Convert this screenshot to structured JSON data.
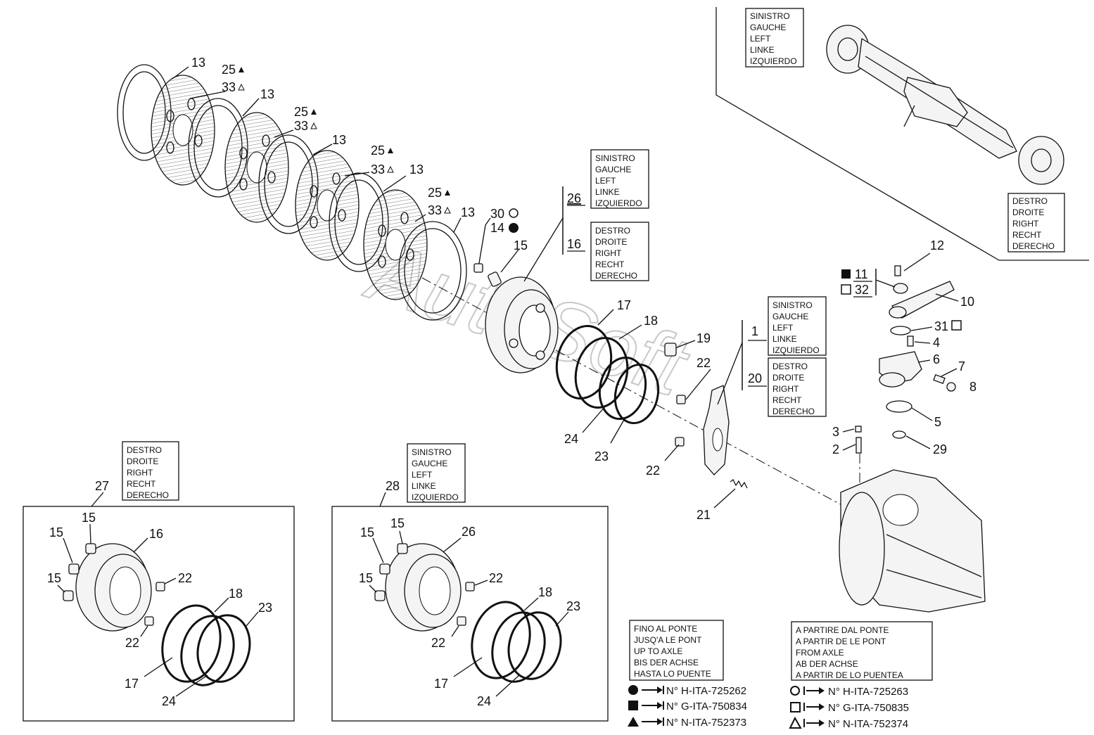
{
  "callouts": {
    "n13": "13",
    "n25": "25",
    "n33": "33",
    "n30": "30",
    "n14": "14",
    "n15": "15",
    "n26": "26",
    "n16": "16",
    "n17": "17",
    "n18": "18",
    "n19": "19",
    "n22": "22",
    "n24": "24",
    "n23": "23",
    "n1": "1",
    "n20": "20",
    "n21": "21",
    "n12": "12",
    "n11": "11",
    "n32": "32",
    "n10": "10",
    "n31": "31",
    "n4": "4",
    "n6": "6",
    "n7": "7",
    "n8": "8",
    "n5": "5",
    "n3": "3",
    "n2": "2",
    "n29": "29",
    "n27": "27",
    "n28": "28"
  },
  "side_left": [
    "SINISTRO",
    "GAUCHE",
    "LEFT",
    "LINKE",
    "IZQUIERDO"
  ],
  "side_right": [
    "DESTRO",
    "DROITE",
    "RIGHT",
    "RECHT",
    "DERECHO"
  ],
  "legend_up_to": [
    "FINO AL PONTE",
    "JUSQ'A LE PONT",
    "UP TO AXLE",
    "BIS DER ACHSE",
    "HASTA LO PUENTE"
  ],
  "legend_from": [
    "A PARTIRE DAL PONTE",
    "A PARTIR DE LE PONT",
    "FROM AXLE",
    "AB DER ACHSE",
    "A PARTIR DE LO PUENTEA"
  ],
  "serials_up_to": [
    "N° H-ITA-725262",
    "N° G-ITA-750834",
    "N° N-ITA-752373"
  ],
  "serials_from": [
    "N° H-ITA-725263",
    "N° G-ITA-750835",
    "N° N-ITA-752374"
  ],
  "watermark": "AutoSoft",
  "icons": {
    "filled": [
      "filled-circle-icon",
      "filled-square-icon",
      "filled-triangle-icon"
    ],
    "open": [
      "open-circle-icon",
      "open-square-icon",
      "open-triangle-icon"
    ],
    "arrow_to": "arrow-to-bar-icon",
    "arrow_from": "bar-arrow-icon"
  }
}
